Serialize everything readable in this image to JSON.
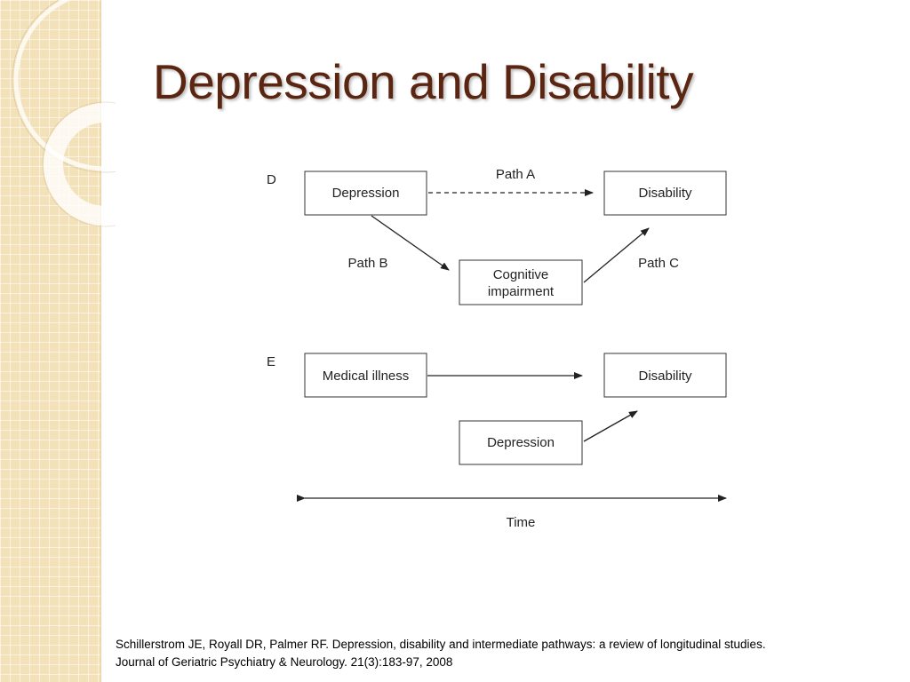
{
  "slide": {
    "title": "Depression and Disability"
  },
  "diagram": {
    "panel_d": {
      "label": "D",
      "nodes": {
        "depression": "Depression",
        "disability": "Disability",
        "cognitive_line1": "Cognitive",
        "cognitive_line2": "impairment"
      },
      "edges": {
        "path_a": "Path A",
        "path_b": "Path B",
        "path_c": "Path C"
      }
    },
    "panel_e": {
      "label": "E",
      "nodes": {
        "medical_illness": "Medical illness",
        "disability": "Disability",
        "depression": "Depression"
      }
    },
    "time_axis": {
      "label": "Time"
    }
  },
  "citation": {
    "line1": "Schillerstrom JE, Royall DR, Palmer RF. Depression, disability and intermediate pathways: a review of longitudinal studies.",
    "line2": "Journal of Geriatric Psychiatry & Neurology. 21(3):183-97, 2008"
  },
  "colors": {
    "title": "#5b2611",
    "sidebar": "#f3e1b9"
  }
}
